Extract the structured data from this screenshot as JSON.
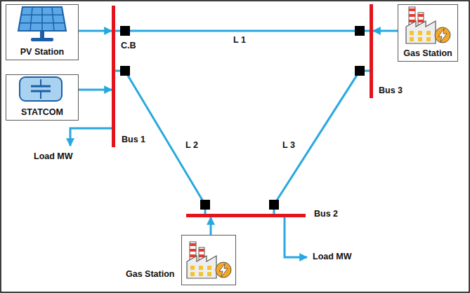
{
  "diagram": {
    "nodes": [
      {
        "text": [
          "PV Station"
        ]
      },
      {
        "text": [
          "STATCOM"
        ]
      },
      {
        "text": [
          "Bus 1"
        ]
      },
      {
        "text": [
          "Bus 3"
        ]
      },
      {
        "text": [
          "Gas Station"
        ]
      },
      {
        "text": [
          "Bus 2"
        ]
      },
      {
        "text": [
          "Gas Station"
        ]
      }
    ],
    "edges": [
      {
        "from": 0,
        "to": 2,
        "arrow": "to"
      },
      {
        "from": 1,
        "to": 2,
        "arrow": "to"
      },
      {
        "from": 4,
        "to": 3,
        "arrow": "to"
      },
      {
        "from": 2,
        "to": 3,
        "label": "L 1",
        "arrow": "none"
      },
      {
        "from": 2,
        "to": 5,
        "label": "L 2",
        "arrow": "none"
      },
      {
        "from": 3,
        "to": 5,
        "label": "L 3",
        "arrow": "none"
      },
      {
        "from": 6,
        "to": 5,
        "arrow": "to"
      }
    ],
    "labels": [
      "C.B",
      "Load MW",
      "Load MW"
    ]
  }
}
